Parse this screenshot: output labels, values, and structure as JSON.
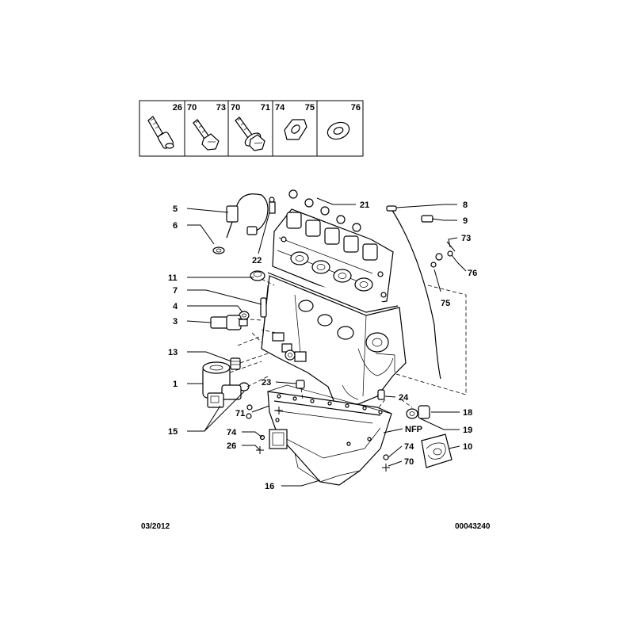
{
  "fastener_table": {
    "cells": [
      {
        "codes": [
          "26"
        ],
        "icon": "socket-bolt-icon"
      },
      {
        "codes": [
          "70",
          "73"
        ],
        "icon": "hex-bolt-icon"
      },
      {
        "codes": [
          "70",
          "71"
        ],
        "icon": "flange-bolt-icon"
      },
      {
        "codes": [
          "74",
          "75"
        ],
        "icon": "hex-washer-icon"
      },
      {
        "codes": [
          "76"
        ],
        "icon": "flat-washer-icon"
      }
    ]
  },
  "callouts": {
    "c5": "5",
    "c6": "6",
    "c11": "11",
    "c7": "7",
    "c4": "4",
    "c3": "3",
    "c13": "13",
    "c1": "1",
    "c15": "15",
    "c71": "71",
    "c74a": "74",
    "c26": "26",
    "c16": "16",
    "c22": "22",
    "c21": "21",
    "c8": "8",
    "c9": "9",
    "c73": "73",
    "c76": "76",
    "c75": "75",
    "c23": "23",
    "c24": "24",
    "c18": "18",
    "cnfp": "NFP",
    "c19": "19",
    "c10": "10",
    "c74b": "74",
    "c70": "70"
  },
  "footer": {
    "date": "03/2012",
    "reference": "00043240"
  }
}
